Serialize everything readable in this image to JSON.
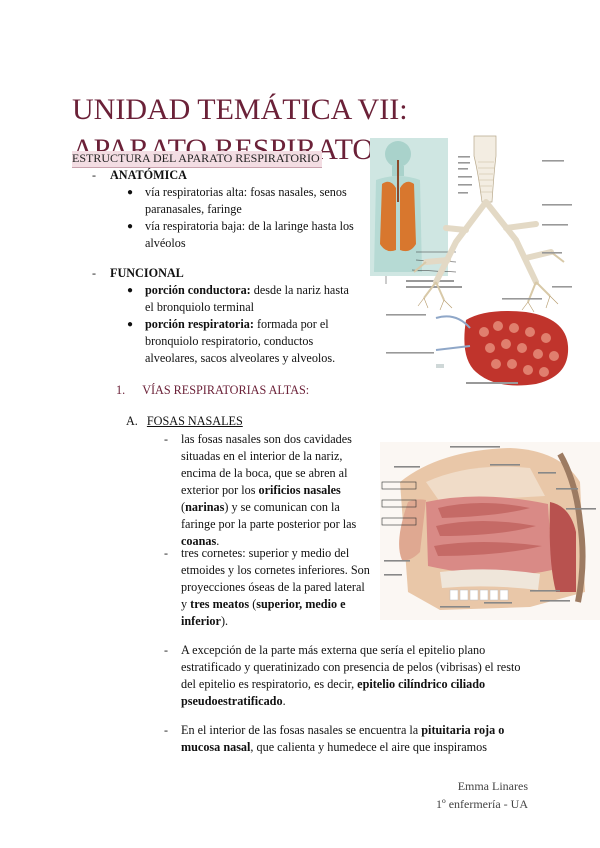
{
  "title": "UNIDAD TEMÁTICA VII: APARATO RESPIRATORIO",
  "section_heading": "ESTRUCTURA DEL APARATO RESPIRATORIO",
  "anatomica": {
    "label": "ANATÓMICA",
    "items": [
      "vía respiratorias alta: fosas nasales, senos paranasales, faringe",
      "vía respiratoria baja: de la laringe hasta los alvéolos"
    ]
  },
  "funcional": {
    "label": "FUNCIONAL",
    "items": [
      {
        "bold": "porción conductora:",
        "text": " desde la nariz hasta el bronquiolo terminal"
      },
      {
        "bold": "porción respiratoria:",
        "text": " formada por el bronquiolo respiratorio, conductos alveolares, sacos alveolares y alveolos."
      }
    ]
  },
  "numbered_heading": {
    "number": "1.",
    "label": "VÍAS RESPIRATORIAS ALTAS:"
  },
  "sub_heading": {
    "letter": "A.",
    "label": "FOSAS NASALES"
  },
  "bullet1": {
    "p1": "las fosas nasales son dos cavidades situadas en el interior de la nariz, encima de la boca, que se abren al exterior por los ",
    "b1": "orificios nasales",
    "p2": " (",
    "b2": "narinas",
    "p3": ") y se comunican con la faringe por la parte posterior por las ",
    "b3": "coanas",
    "p4": "."
  },
  "bullet2": {
    "p1": "tres cornetes: superior y medio del etmoides y los cornetes inferiores. Son proyecciones óseas de la pared lateral y ",
    "b1": "tres meatos",
    "p2": " (",
    "b2": "superior, medio e inferior",
    "p3": ")."
  },
  "bullet3": {
    "p1": "A excepción de la parte más externa que sería el epitelio plano estratificado y queratinizado con presencia de pelos (vibrisas) el resto del epitelio es respiratorio, es decir, ",
    "b1": "epitelio cilíndrico ciliado pseudoestratificado",
    "p2": "."
  },
  "bullet4": {
    "p1": "En el interior de las fosas nasales se encuentra la ",
    "b1": "pituitaria roja o mucosa nasal",
    "p2": ", que calienta y humedece el aire que inspiramos"
  },
  "footer": {
    "name": "Emma Linares",
    "course": "1º enfermería - UA"
  },
  "colors": {
    "title": "#6b2138",
    "highlight": "#f3dde3",
    "lung": "#d8772e",
    "alveoli": "#c0342c"
  },
  "figure_icons": [
    "respiratory-system-figure",
    "nasal-cavity-figure"
  ]
}
